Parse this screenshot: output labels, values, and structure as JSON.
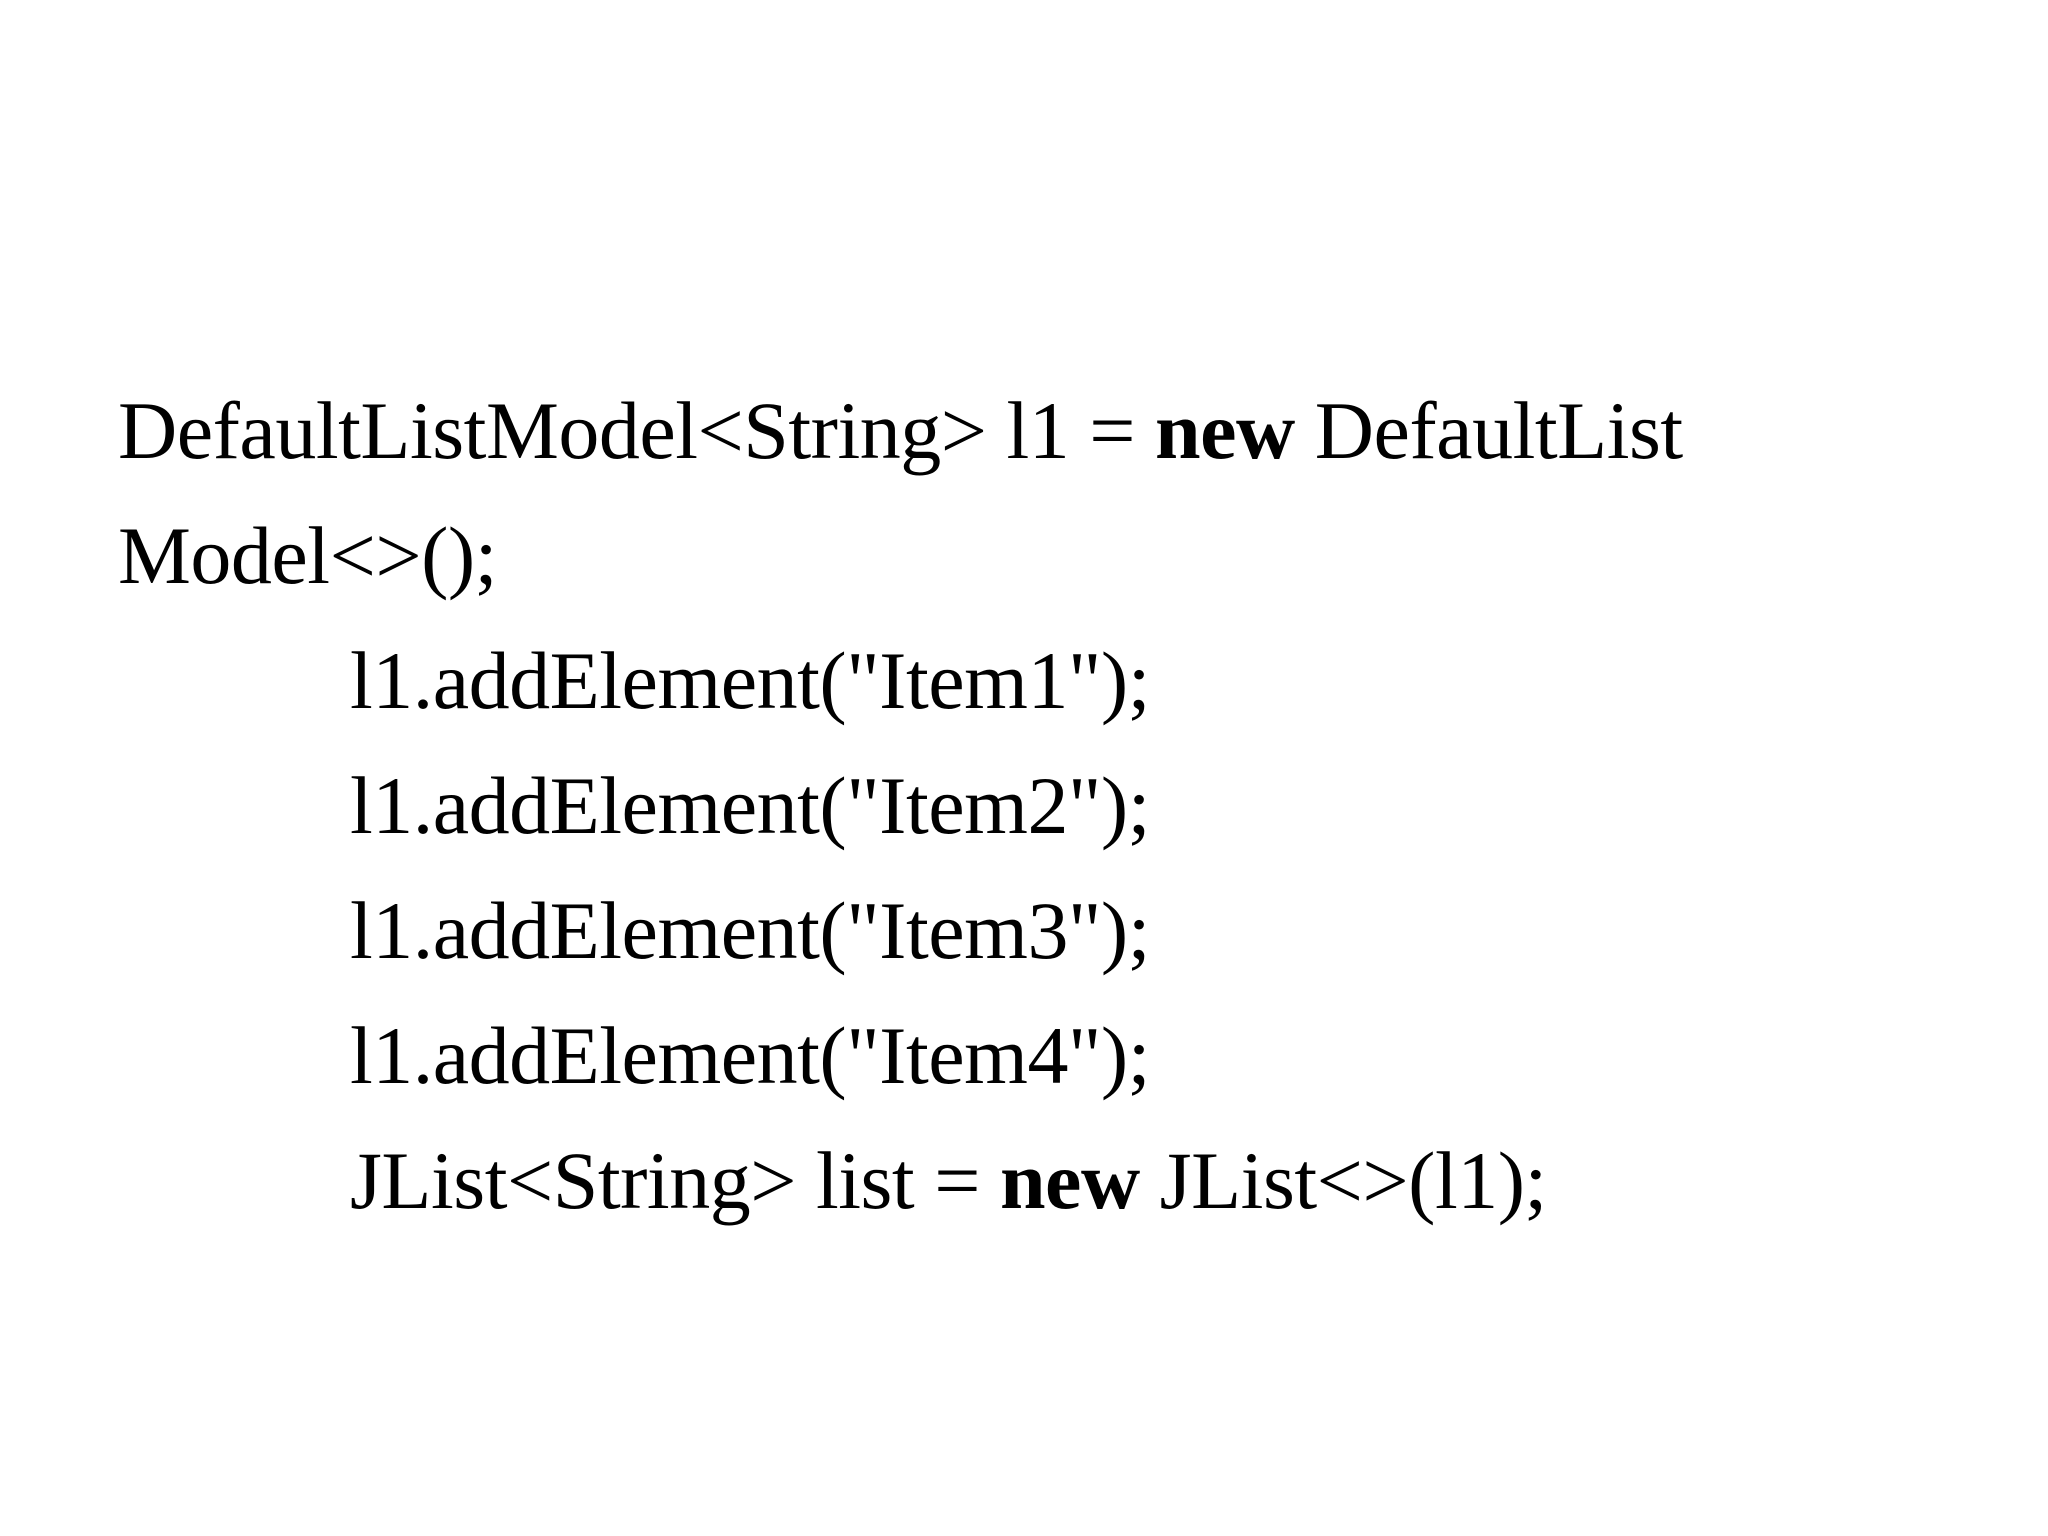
{
  "slide": {
    "background_color": "#ffffff",
    "text_color": "#000000",
    "code": {
      "lines": [
        {
          "id": "line-declaration",
          "indent": false,
          "segments": [
            {
              "text": "DefaultListModel<String> l1 = ",
              "bold": false
            },
            {
              "text": "new",
              "bold": true
            },
            {
              "text": " DefaultList",
              "bold": false
            }
          ],
          "plain": "DefaultListModel<String> l1 = new DefaultList"
        },
        {
          "id": "line-declaration-continuation",
          "indent": false,
          "segments": [
            {
              "text": "Model<>();",
              "bold": false
            }
          ],
          "plain": "Model<>();"
        },
        {
          "id": "line-add-item1",
          "indent": true,
          "segments": [
            {
              "text": "l1.addElement(\"Item1\");",
              "bold": false
            }
          ],
          "plain": "l1.addElement(\"Item1\");"
        },
        {
          "id": "line-add-item2",
          "indent": true,
          "segments": [
            {
              "text": "l1.addElement(\"Item2\");",
              "bold": false
            }
          ],
          "plain": "l1.addElement(\"Item2\");"
        },
        {
          "id": "line-add-item3",
          "indent": true,
          "segments": [
            {
              "text": "l1.addElement(\"Item3\");",
              "bold": false
            }
          ],
          "plain": "l1.addElement(\"Item3\");"
        },
        {
          "id": "line-add-item4",
          "indent": true,
          "segments": [
            {
              "text": "l1.addElement(\"Item4\");",
              "bold": false
            }
          ],
          "plain": "l1.addElement(\"Item4\");"
        },
        {
          "id": "line-jlist",
          "indent": true,
          "segments": [
            {
              "text": "JList<String> list = ",
              "bold": false
            },
            {
              "text": "new",
              "bold": true
            },
            {
              "text": " JList<>(l1);",
              "bold": false
            }
          ],
          "plain": "JList<String> list = new JList<>(l1);"
        }
      ]
    }
  }
}
